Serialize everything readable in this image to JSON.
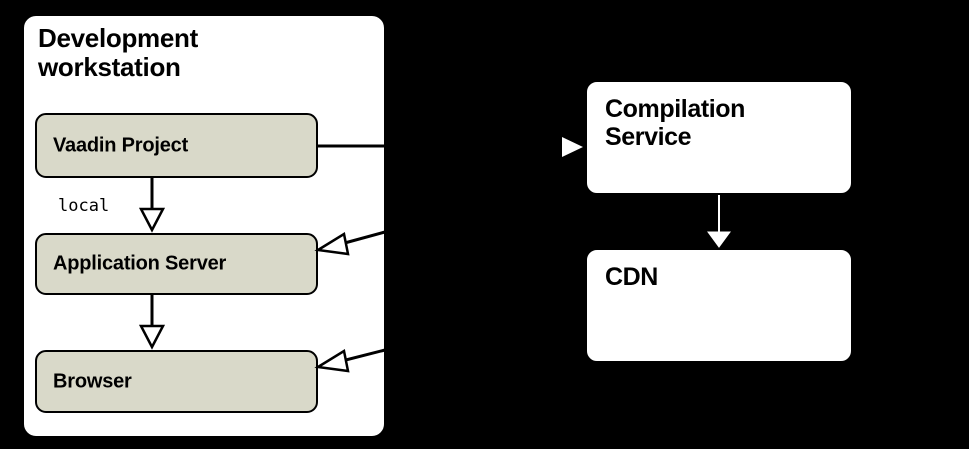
{
  "diagram": {
    "background_color": "#000000",
    "accent_box_color": "#d9d9c9",
    "panel_color": "#ffffff",
    "line_color": "#000000"
  },
  "workstation": {
    "title": "Development\nworkstation",
    "nodes": [
      {
        "id": "vaadin-project",
        "label": "Vaadin Project"
      },
      {
        "id": "application-server",
        "label": "Application Server"
      },
      {
        "id": "browser",
        "label": "Browser"
      }
    ]
  },
  "services": {
    "nodes": [
      {
        "id": "compilation-service",
        "label": "Compilation\nService"
      },
      {
        "id": "cdn",
        "label": "CDN"
      }
    ]
  },
  "edges": [
    {
      "id": "vaadin-to-appserver",
      "label": "local",
      "from": "vaadin-project",
      "to": "application-server"
    },
    {
      "id": "appserver-to-browser",
      "label": "",
      "from": "application-server",
      "to": "browser"
    },
    {
      "id": "vaadin-to-compilation",
      "label": "",
      "from": "vaadin-project",
      "to": "compilation-service"
    },
    {
      "id": "compilation-to-appserver",
      "label": "",
      "from": "compilation-service",
      "to": "application-server"
    },
    {
      "id": "cdn-to-browser",
      "label": "",
      "from": "cdn",
      "to": "browser"
    },
    {
      "id": "compilation-to-cdn",
      "label": "",
      "from": "compilation-service",
      "to": "cdn"
    }
  ]
}
